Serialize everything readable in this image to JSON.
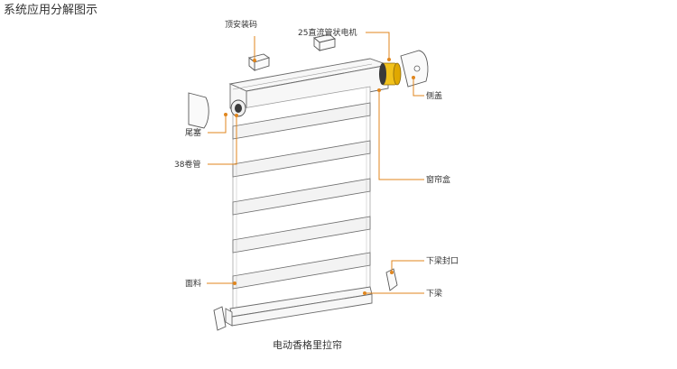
{
  "title": "系统应用分解图示",
  "caption": "电动香格里拉帘",
  "accent_color": "#e0861e",
  "motor_color": "#f2c21b",
  "callouts": {
    "top_bracket": "顶安装码",
    "motor": "25直流管状电机",
    "side_cover": "侧盖",
    "end_plug": "尾塞",
    "tube": "38卷管",
    "cassette": "窗帘盒",
    "fabric": "面料",
    "bottom_cap": "下梁封口",
    "bottom_rail": "下梁"
  }
}
